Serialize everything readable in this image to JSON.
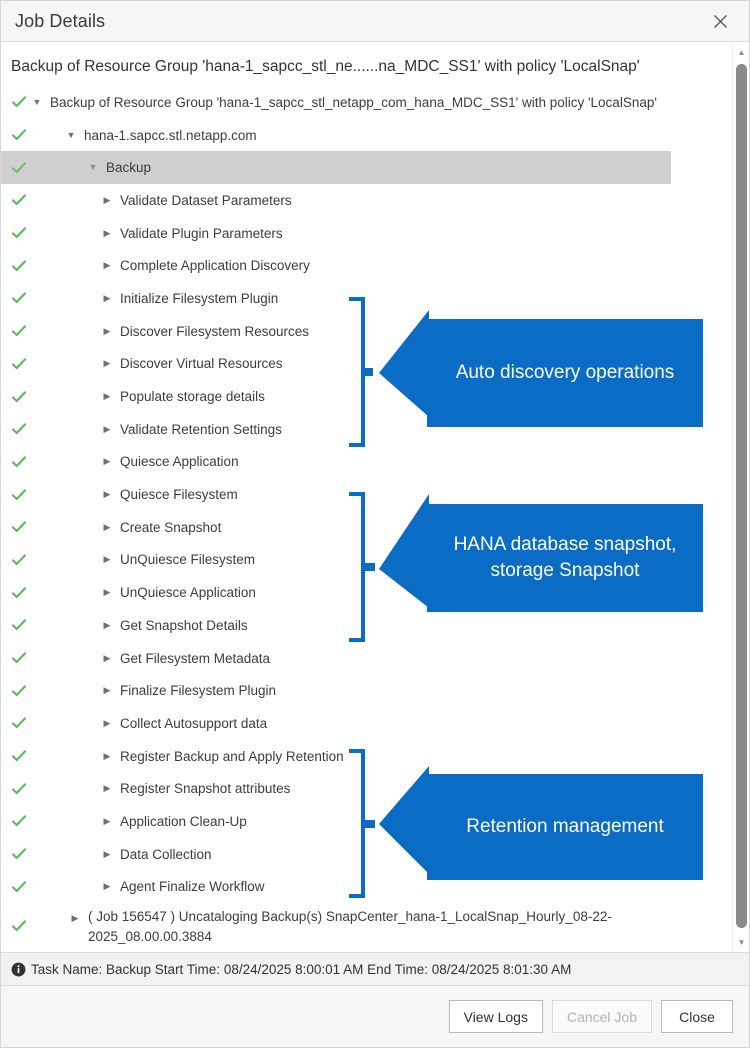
{
  "window": {
    "title": "Job Details",
    "close_icon": "close-icon"
  },
  "job_header": "Backup of Resource Group 'hana-1_sapcc_stl_ne......na_MDC_SS1' with policy 'LocalSnap'",
  "tree": {
    "root": {
      "label": "Backup of Resource Group 'hana-1_sapcc_stl_netapp_com_hana_MDC_SS1' with policy 'LocalSnap'",
      "status": "success",
      "expanded": true
    },
    "host": {
      "label": "hana-1.sapcc.stl.netapp.com",
      "status": "success",
      "expanded": true
    },
    "backup": {
      "label": "Backup",
      "status": "success",
      "expanded": true,
      "selected": true
    },
    "steps": [
      {
        "label": "Validate Dataset Parameters",
        "status": "success",
        "expanded": false
      },
      {
        "label": "Validate Plugin Parameters",
        "status": "success",
        "expanded": false
      },
      {
        "label": "Complete Application Discovery",
        "status": "success",
        "expanded": false
      },
      {
        "label": "Initialize Filesystem Plugin",
        "status": "success",
        "expanded": false
      },
      {
        "label": "Discover Filesystem Resources",
        "status": "success",
        "expanded": false
      },
      {
        "label": "Discover Virtual Resources",
        "status": "success",
        "expanded": false
      },
      {
        "label": "Populate storage details",
        "status": "success",
        "expanded": false
      },
      {
        "label": "Validate Retention Settings",
        "status": "success",
        "expanded": false
      },
      {
        "label": "Quiesce Application",
        "status": "success",
        "expanded": false
      },
      {
        "label": "Quiesce Filesystem",
        "status": "success",
        "expanded": false
      },
      {
        "label": "Create Snapshot",
        "status": "success",
        "expanded": false
      },
      {
        "label": "UnQuiesce Filesystem",
        "status": "success",
        "expanded": false
      },
      {
        "label": "UnQuiesce Application",
        "status": "success",
        "expanded": false
      },
      {
        "label": "Get Snapshot Details",
        "status": "success",
        "expanded": false
      },
      {
        "label": "Get Filesystem Metadata",
        "status": "success",
        "expanded": false
      },
      {
        "label": "Finalize Filesystem Plugin",
        "status": "success",
        "expanded": false
      },
      {
        "label": "Collect Autosupport data",
        "status": "success",
        "expanded": false
      },
      {
        "label": "Register Backup and Apply Retention",
        "status": "success",
        "expanded": false
      },
      {
        "label": "Register Snapshot attributes",
        "status": "success",
        "expanded": false
      },
      {
        "label": "Application Clean-Up",
        "status": "success",
        "expanded": false
      },
      {
        "label": "Data Collection",
        "status": "success",
        "expanded": false
      },
      {
        "label": "Agent Finalize Workflow",
        "status": "success",
        "expanded": false
      }
    ],
    "sub_job": {
      "label": "( Job 156547 ) Uncataloging Backup(s) SnapCenter_hana-1_LocalSnap_Hourly_08-22-2025_08.00.00.3884",
      "status": "success",
      "expanded": false
    }
  },
  "annotations": {
    "accent_color": "#0a6cc4",
    "callouts": [
      {
        "text": "Auto discovery operations",
        "covers": "Complete Application Discovery → Populate storage details"
      },
      {
        "text": "HANA database snapshot, storage Snapshot",
        "covers": "Quiesce Application → UnQuiesce Application"
      },
      {
        "text": "Retention management",
        "covers": "Collect Autosupport data → Data Collection"
      }
    ]
  },
  "info_bar": {
    "icon": "info-icon",
    "text": "Task Name: Backup Start Time: 08/24/2025 8:00:01 AM End Time: 08/24/2025 8:01:30 AM"
  },
  "footer": {
    "view_logs_label": "View Logs",
    "cancel_job_label": "Cancel Job",
    "cancel_job_disabled": true,
    "close_label": "Close"
  },
  "scrollbar": {
    "up_arrow": "chevron-up-icon",
    "down_arrow": "chevron-down-icon"
  }
}
